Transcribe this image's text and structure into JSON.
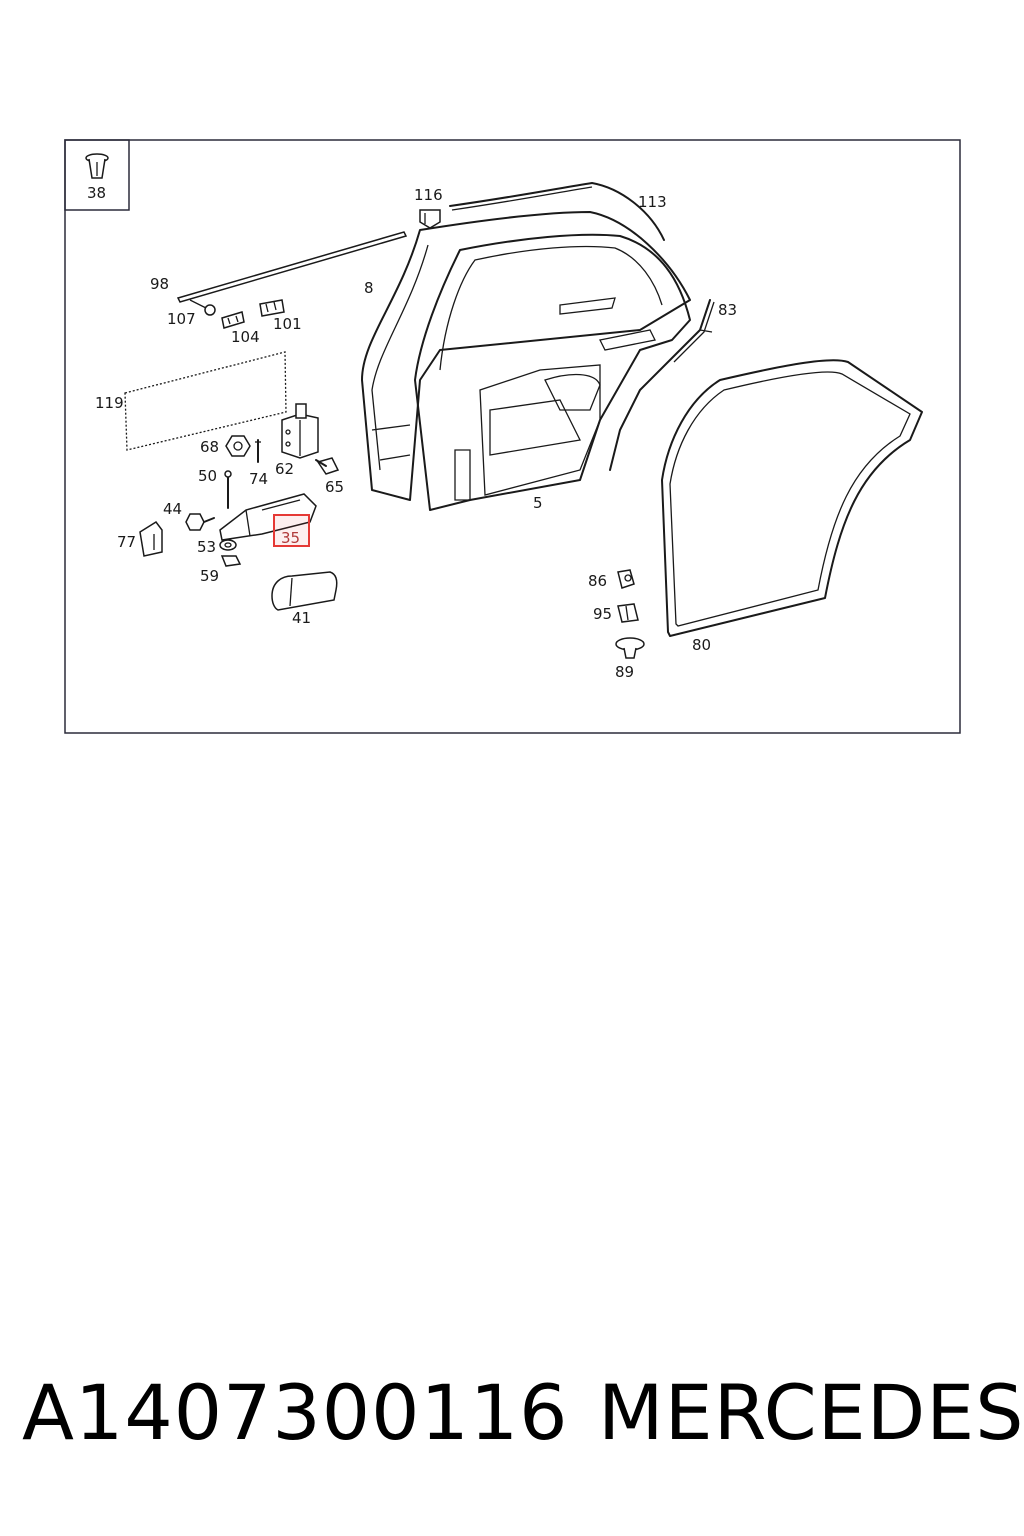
{
  "diagram": {
    "inset_label": "38",
    "highlighted_part": "35",
    "callouts": [
      "116",
      "113",
      "98",
      "107",
      "104",
      "101",
      "8",
      "83",
      "119",
      "68",
      "74",
      "62",
      "65",
      "50",
      "44",
      "77",
      "53",
      "59",
      "35",
      "41",
      "5",
      "86",
      "95",
      "89",
      "80"
    ],
    "colors": {
      "outline": "#1a1a1a",
      "highlight": "#e53935"
    }
  },
  "footer": {
    "part_number": "A1407300116",
    "brand": "MERCEDES"
  }
}
